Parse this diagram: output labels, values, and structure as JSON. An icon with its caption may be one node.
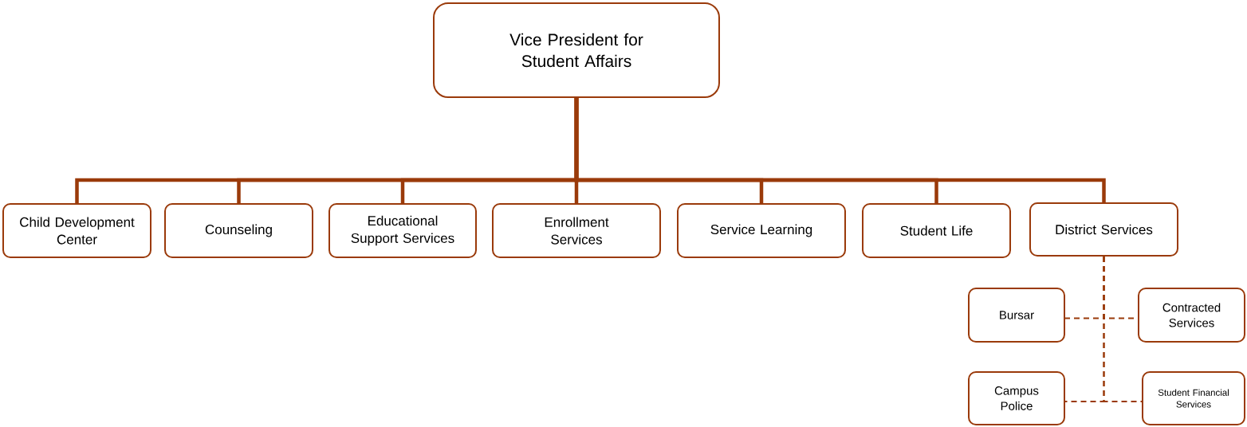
{
  "diagram": {
    "nodes": [
      {
        "text": [
          "Vice President for Student Affairs"
        ]
      },
      {
        "text": [
          "Child Development Center"
        ]
      },
      {
        "text": [
          "Counseling"
        ]
      },
      {
        "text": [
          "Educational Support Services"
        ]
      },
      {
        "text": [
          "Enrollment Services"
        ]
      },
      {
        "text": [
          "Service Learning"
        ]
      },
      {
        "text": [
          "Student Life"
        ]
      },
      {
        "text": [
          "District Services"
        ]
      },
      {
        "text": [
          "Bursar"
        ]
      },
      {
        "text": [
          "Contracted Services"
        ]
      },
      {
        "text": [
          "Campus Police"
        ]
      },
      {
        "text": [
          "Student Financial Services"
        ]
      }
    ],
    "edges": [
      {
        "from": 0,
        "to": 1,
        "arrow": "none"
      },
      {
        "from": 0,
        "to": 2,
        "arrow": "none"
      },
      {
        "from": 0,
        "to": 3,
        "arrow": "none"
      },
      {
        "from": 0,
        "to": 4,
        "arrow": "none"
      },
      {
        "from": 0,
        "to": 5,
        "arrow": "none"
      },
      {
        "from": 0,
        "to": 6,
        "arrow": "none"
      },
      {
        "from": 0,
        "to": 7,
        "arrow": "none"
      },
      {
        "from": 7,
        "to": 8,
        "arrow": "none",
        "style": "dashed"
      },
      {
        "from": 7,
        "to": 9,
        "arrow": "none",
        "style": "dashed"
      },
      {
        "from": 7,
        "to": 10,
        "arrow": "none",
        "style": "dashed"
      },
      {
        "from": 7,
        "to": 11,
        "arrow": "none",
        "style": "dashed"
      }
    ]
  }
}
